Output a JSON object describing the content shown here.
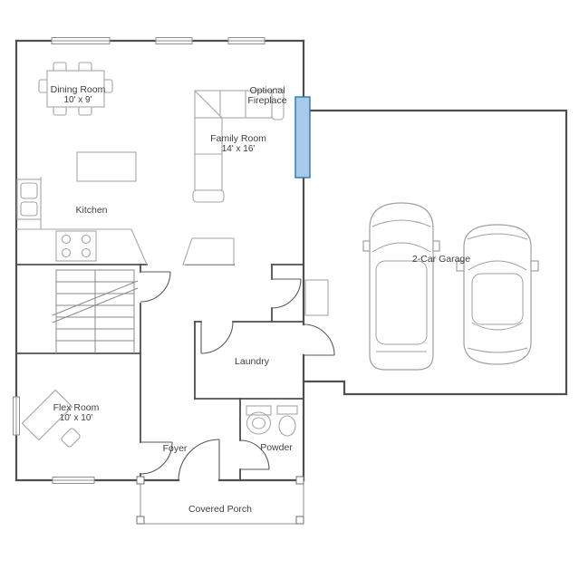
{
  "colors": {
    "wall": "#4f4f4f",
    "fixture": "#a6a6a6",
    "fireplace_fill": "#a8c9e8",
    "fireplace_stroke": "#2e74b5",
    "text": "#3f3f3f"
  },
  "rooms": {
    "dining": {
      "label": "Dining Room",
      "dims": "10' x 9'"
    },
    "family": {
      "label": "Family Room",
      "dims": "14' x 16'"
    },
    "kitchen": {
      "label": "Kitchen"
    },
    "garage": {
      "label": "2-Car Garage"
    },
    "flex": {
      "label": "Flex Room",
      "dims": "10' x 10'"
    },
    "laundry": {
      "label": "Laundry"
    },
    "foyer": {
      "label": "Foyer"
    },
    "powder": {
      "label": "Powder"
    },
    "porch": {
      "label": "Covered Porch"
    }
  },
  "annotations": {
    "fireplace_line1": "Optional",
    "fireplace_line2": "Fireplace"
  }
}
